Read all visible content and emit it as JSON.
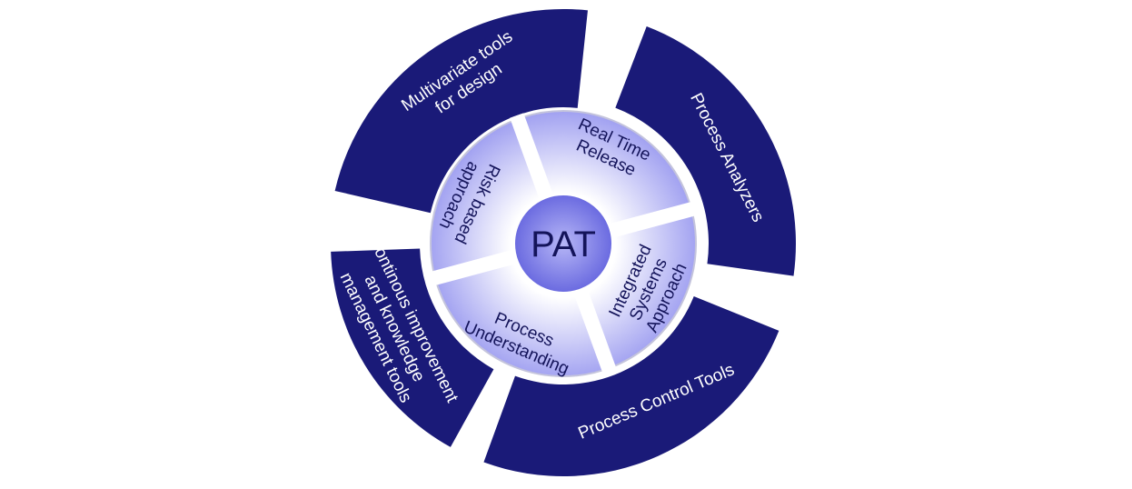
{
  "center": {
    "label": "PAT"
  },
  "inner_segments": [
    {
      "id": "real-time-release",
      "lines": [
        "Real Time",
        "Release"
      ]
    },
    {
      "id": "integrated-systems-approach",
      "lines": [
        "Integrated",
        "Systems",
        "Approach"
      ]
    },
    {
      "id": "process-understanding",
      "lines": [
        "Process",
        "Understanding"
      ]
    },
    {
      "id": "risk-based-approach",
      "lines": [
        "Risk based",
        "approach"
      ]
    }
  ],
  "outer_segments": [
    {
      "id": "multivariate-tools",
      "lines": [
        "Multivariate tools",
        "for design"
      ]
    },
    {
      "id": "process-analyzers",
      "lines": [
        "Process Analyzers"
      ]
    },
    {
      "id": "process-control-tools",
      "lines": [
        "Process Control Tools"
      ]
    },
    {
      "id": "continuous-improvement",
      "lines": [
        "Continous improvement",
        "and knowledge",
        "management tools"
      ]
    }
  ],
  "colors": {
    "outer_fill": "#1a1a78",
    "outer_text": "#ffffff",
    "inner_fill_light": "#ffffff",
    "inner_fill_dark": "#8f8fee",
    "inner_text": "#14145a",
    "center_fill_light": "#b6b6f6",
    "center_fill_dark": "#6a6ae0",
    "center_text": "#14145a",
    "gap": "#ffffff",
    "border": "#c4c4dc"
  }
}
